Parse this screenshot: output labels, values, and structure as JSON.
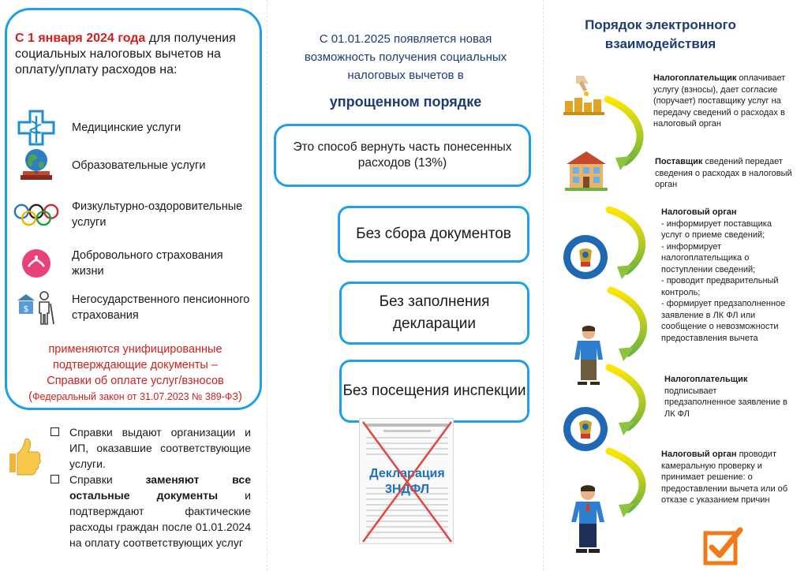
{
  "left": {
    "intro_red": "С 1 января 2024 года",
    "intro_rest": " для получения социальных налоговых вычетов на оплату/уплату расходов на:",
    "services": [
      {
        "icon": "medical-cross-icon",
        "label": "Медицинские услуги"
      },
      {
        "icon": "globe-books-icon",
        "label": "Образовательные услуги"
      },
      {
        "icon": "olympic-rings-icon",
        "label": "Физкультурно-оздоровительные услуги"
      },
      {
        "icon": "insurance-hands-icon",
        "label": "Добровольного страхования жизни"
      },
      {
        "icon": "pension-person-icon",
        "label": "Негосударственного пенсионного страхования"
      }
    ],
    "unified_line1": "применяются унифицированные",
    "unified_line2": "подтверждающие документы –",
    "unified_line3": "Справки об оплате услуг/взносов",
    "unified_law_open": "(",
    "unified_law": "Федеральный закон от 31.07.2023 № 389-ФЗ",
    "unified_law_close": ")",
    "note1": "Справки выдают организации и ИП, оказавшие соответствующие услуги.",
    "note2_a": "Справки ",
    "note2_b": "заменяют все остальные документы",
    "note2_c": " и подтверждают фактические расходы граждан после 01.01.2024 на оплату соответствующих услуг"
  },
  "middle": {
    "intro": "С 01.01.2025 появляется новая возможность получения социальных налоговых вычетов в",
    "strong": "упрощенном порядке",
    "way": "Это способ вернуть часть понесенных расходов (13%)",
    "pill1": "Без сбора документов",
    "pill2": "Без заполнения декларации",
    "pill3": "Без посещения инспекции",
    "decl_line1": "Декларация",
    "decl_line2": "3НДФЛ"
  },
  "right": {
    "title_line1": "Порядок электронного",
    "title_line2": "взаимодействия",
    "step1_bold": "Налогоплательщик",
    "step1_rest": " оплачивает услугу (взносы), дает согласие (поручает) поставщику услуг на передачу сведений о расходах в налоговый орган",
    "step2_bold": "Поставщик",
    "step2_rest": " сведений передает сведения о расходах в налоговый орган",
    "step3_bold": "Налоговый орган",
    "step3_items": [
      "- информирует поставщика услуг о приеме сведений;",
      "- информирует налогоплательщика о поступлении сведений;",
      "- проводит предварительный контроль;",
      "- формирует предзаполненное заявление в ЛК ФЛ или сообщение о невозможности предоставления вычета"
    ],
    "step4_bold": "Налогоплательщик",
    "step4_rest": "подписывает предзаполненное заявление в ЛК ФЛ",
    "step5_bold": "Налоговый орган",
    "step5_rest": " проводит камеральную проверку и принимает решение: о предоставлении вычета или об отказе с указанием причин"
  },
  "colors": {
    "accent_blue": "#1ea0e6",
    "title_navy": "#1f3b73",
    "red": "#d11f1f",
    "arrow_yellow": "#ffe600",
    "arrow_green": "#6db33f",
    "check_orange": "#f07a16"
  }
}
